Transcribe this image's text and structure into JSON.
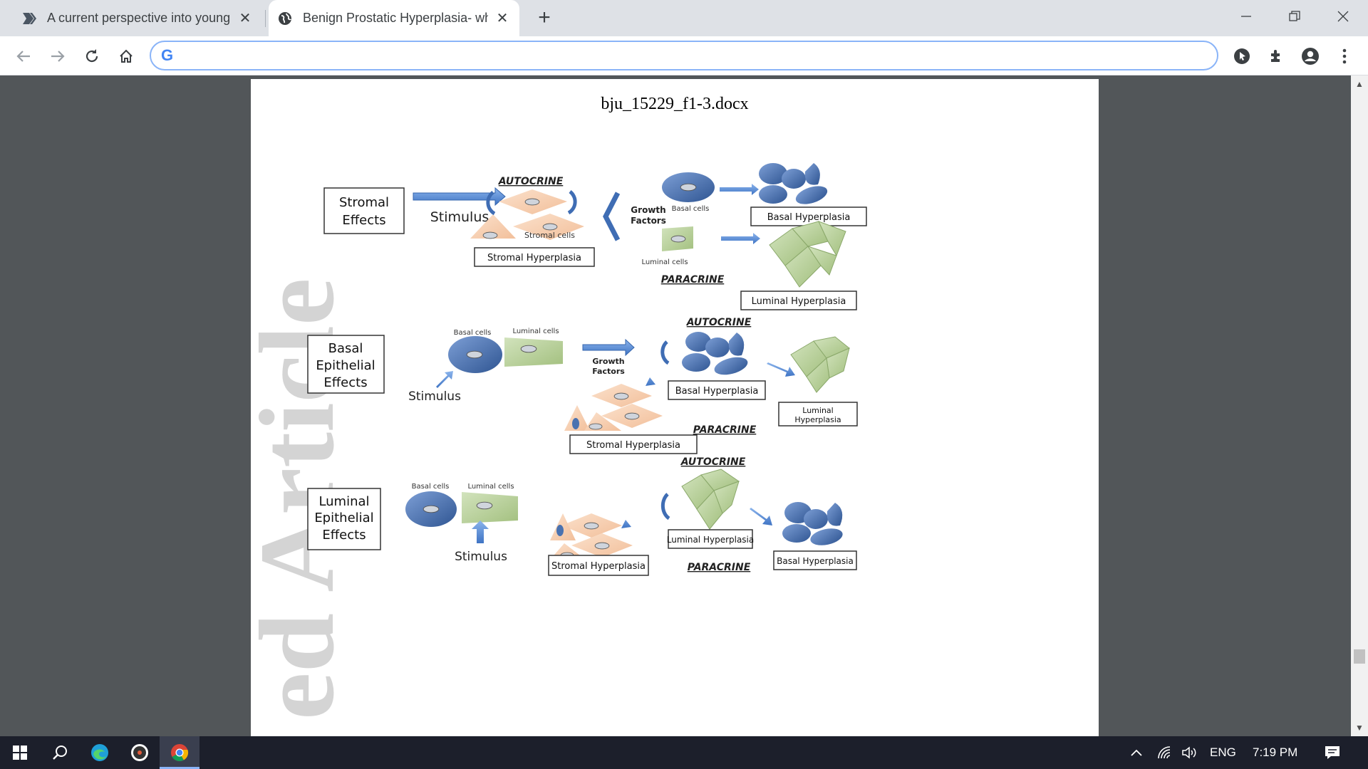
{
  "browser": {
    "tabs": [
      {
        "title": "A current perspective into young",
        "favicon": "document-arrow-icon",
        "active": false
      },
      {
        "title": "Benign Prostatic Hyperplasia- wh",
        "favicon": "globe-icon",
        "active": true
      }
    ],
    "address": {
      "value": "",
      "search_engine_icon": "G"
    }
  },
  "document": {
    "filename": "bju_15229_f1-3.docx",
    "watermark": "ed Article"
  },
  "figure": {
    "row1": {
      "effect": [
        "Stromal",
        "Effects"
      ],
      "stimulus": "Stimulus",
      "autocrine": "AUTOCRINE",
      "stromal_cells": "Stromal cells",
      "stromal_hyperplasia": "Stromal Hyperplasia",
      "growth_factors": [
        "Growth",
        "Factors"
      ],
      "basal_cells": "Basal cells",
      "basal_hyperplasia": "Basal Hyperplasia",
      "luminal_cells": "Luminal cells",
      "paracrine": "PARACRINE",
      "luminal_hyperplasia": "Luminal Hyperplasia"
    },
    "row2": {
      "effect": [
        "Basal",
        "Epithelial",
        "Effects"
      ],
      "basal_cells": "Basal cells",
      "luminal_cells": "Luminal cells",
      "stimulus": "Stimulus",
      "growth_factors": [
        "Growth",
        "Factors"
      ],
      "autocrine": "AUTOCRINE",
      "basal_hyperplasia": "Basal Hyperplasia",
      "luminal_hyperplasia": [
        "Luminal",
        "Hyperplasia"
      ],
      "stromal_hyperplasia": "Stromal Hyperplasia",
      "paracrine": "PARACRINE"
    },
    "row3": {
      "effect": [
        "Luminal",
        "Epithelial",
        "Effects"
      ],
      "basal_cells": "Basal cells",
      "luminal_cells": "Luminal cells",
      "stimulus": "Stimulus",
      "autocrine": "AUTOCRINE",
      "luminal_hyperplasia": "Luminal Hyperplasia",
      "stromal_hyperplasia": "Stromal Hyperplasia",
      "basal_hyperplasia": "Basal Hyperplasia",
      "paracrine": "PARACRINE"
    }
  },
  "taskbar": {
    "language": "ENG",
    "time": "7:19 PM"
  },
  "colors": {
    "basal_cell": "#4a72b0",
    "luminal_cell": "#b7cf98",
    "stromal_cell": "#f5cdb0",
    "arrow": "#5a8ed6"
  }
}
